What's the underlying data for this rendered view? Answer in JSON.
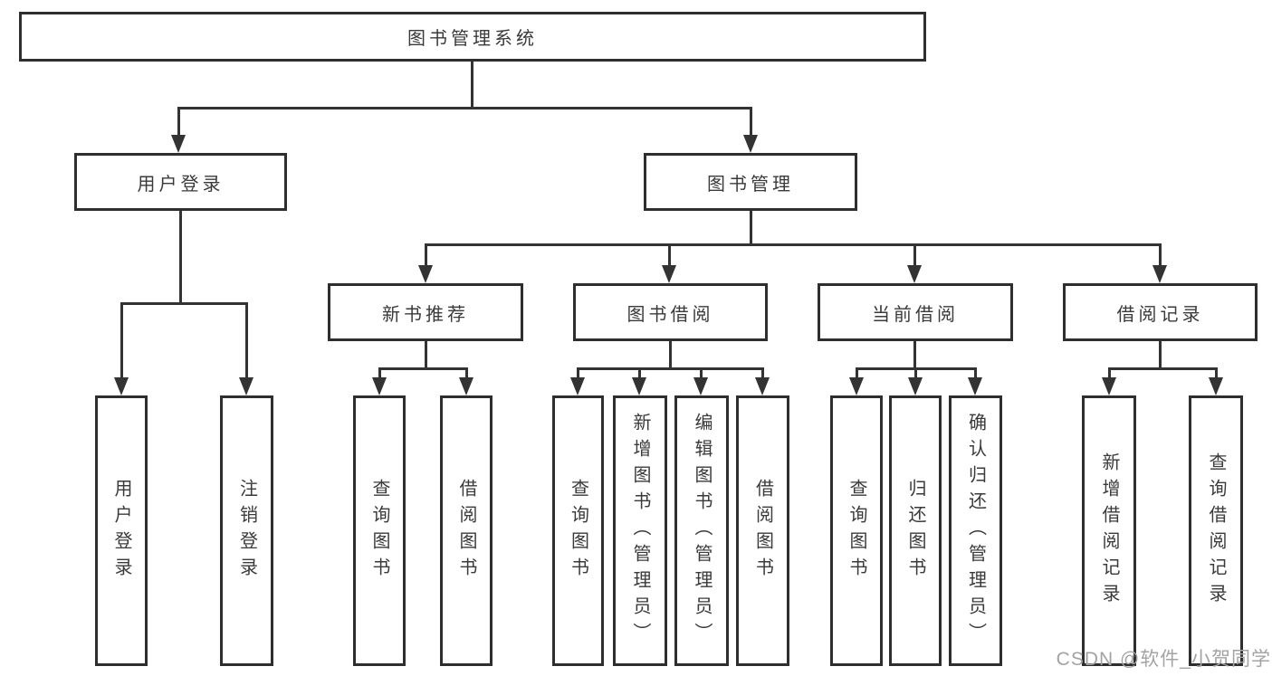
{
  "tree": {
    "root": "图书管理系统",
    "user_login": {
      "label": "用户登录",
      "children": [
        "用户登录",
        "注销登录"
      ]
    },
    "book_mgmt": {
      "label": "图书管理",
      "sections": [
        {
          "label": "新书推荐",
          "children": [
            "查询图书",
            "借阅图书"
          ]
        },
        {
          "label": "图书借阅",
          "children": [
            "查询图书",
            "新增图书（管理员）",
            "编辑图书（管理员）",
            "借阅图书"
          ]
        },
        {
          "label": "当前借阅",
          "children": [
            "查询图书",
            "归还图书",
            "确认归还（管理员）"
          ]
        },
        {
          "label": "借阅记录",
          "children": [
            "新增借阅记录",
            "查询借阅记录"
          ]
        }
      ]
    }
  },
  "watermark": "CSDN @软件_小贺同学",
  "colors": {
    "line": "#333333",
    "border": "#2e2e2e",
    "text": "#3a3a3a",
    "watermark_text": "#a3a3a3",
    "background": "#ffffff"
  }
}
